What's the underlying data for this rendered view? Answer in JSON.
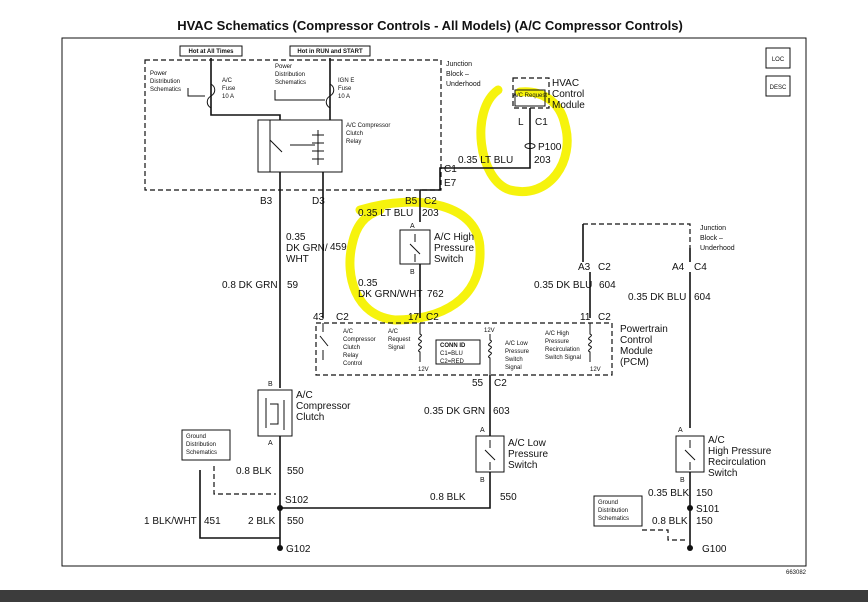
{
  "title": "HVAC Schematics (Compressor Controls - All Models) (A/C Compressor Controls)",
  "corner_icons": {
    "loc": "LOC",
    "desc": "DESC"
  },
  "figure_number": "663082",
  "fuse_block": {
    "hot_all_times": "Hot at All Times",
    "hot_run_start": "Hot in RUN and START",
    "power_dist_left_1": "Power",
    "power_dist_left_2": "Distribution",
    "power_dist_left_3": "Schematics",
    "power_dist_right_1": "Power",
    "power_dist_right_2": "Distribution",
    "power_dist_right_3": "Schematics",
    "ac_fuse_1": "A/C",
    "ac_fuse_2": "Fuse",
    "ac_fuse_3": "10 A",
    "ign_fuse_1": "IGN E",
    "ign_fuse_2": "Fuse",
    "ign_fuse_3": "10 A",
    "relay_1": "A/C Compressor",
    "relay_2": "Clutch",
    "relay_3": "Relay",
    "junction_1": "Junction",
    "junction_2": "Block –",
    "junction_3": "Underhood"
  },
  "hvac_module": {
    "request": "A/C Request",
    "name_1": "HVAC",
    "name_2": "Control",
    "name_3": "Module",
    "pin": "L",
    "conn": "C1",
    "p100": "P100",
    "wire": "0.35 LT BLU",
    "circuit": "203"
  },
  "connectors": {
    "c1": "C1",
    "e7": "E7",
    "b3": "B3",
    "d3": "D3",
    "b5": "B5",
    "c2_top": "C2",
    "pin_43": "43",
    "c2_43": "C2",
    "pin_17": "17",
    "c2_17": "C2",
    "pin_11": "11",
    "c2_11": "C2",
    "a3": "A3",
    "c2_a3": "C2",
    "a4": "A4",
    "c4": "C4",
    "pin_55": "55",
    "c2_55": "C2"
  },
  "wires": {
    "w_459_1": "0.35",
    "w_459_2": "DK GRN/",
    "w_459_3": "WHT",
    "c459": "459",
    "w_59": "0.8 DK GRN",
    "c59": "59",
    "w_203": "0.35 LT BLU",
    "c203": "203",
    "w_762_1": "0.35",
    "w_762_2": "DK GRN/WHT",
    "c762": "762",
    "w_604a": "0.35 DK BLU",
    "c604a": "604",
    "w_604b": "0.35 DK BLU",
    "c604b": "604",
    "w_603": "0.35 DK GRN",
    "c603": "603",
    "w_550a": "0.8 BLK",
    "c550a": "550",
    "w_550b": "0.8 BLK",
    "c550b": "550",
    "w_451": "1 BLK/WHT",
    "c451": "451",
    "w_550c": "2 BLK",
    "c550c": "550",
    "w_150a": "0.35 BLK",
    "c150a": "150",
    "w_150b": "0.8 BLK",
    "c150b": "150"
  },
  "hp_switch": {
    "pin_a": "A",
    "pin_b": "B",
    "name_1": "A/C High",
    "name_2": "Pressure",
    "name_3": "Switch"
  },
  "junction_right": {
    "l1": "Junction",
    "l2": "Block –",
    "l3": "Underhood"
  },
  "pcm": {
    "name_1": "Powertrain",
    "name_2": "Control",
    "name_3": "Module",
    "name_4": "(PCM)",
    "relay_ctrl_1": "A/C",
    "relay_ctrl_2": "Compressor",
    "relay_ctrl_3": "Clutch",
    "relay_ctrl_4": "Relay",
    "relay_ctrl_5": "Control",
    "req_1": "A/C",
    "req_2": "Request",
    "req_3": "Signal",
    "conn_id_title": "CONN ID",
    "conn_id_1": "C1=BLU",
    "conn_id_2": "C2=RED",
    "v12_a": "12V",
    "v12_b": "12V",
    "v12_c": "12V",
    "lp_1": "A/C Low",
    "lp_2": "Pressure",
    "lp_3": "Switch",
    "lp_4": "Signal",
    "hpr_1": "A/C High",
    "hpr_2": "Pressure",
    "hpr_3": "Recirculation",
    "hpr_4": "Switch Signal"
  },
  "clutch": {
    "pin_b": "B",
    "pin_a": "A",
    "name_1": "A/C",
    "name_2": "Compressor",
    "name_3": "Clutch"
  },
  "lp_switch": {
    "pin_a": "A",
    "pin_b": "B",
    "name_1": "A/C Low",
    "name_2": "Pressure",
    "name_3": "Switch"
  },
  "hpr_switch": {
    "pin_a": "A",
    "pin_b": "B",
    "name_1": "A/C",
    "name_2": "High Pressure",
    "name_3": "Recirculation",
    "name_4": "Switch"
  },
  "grounds": {
    "gd_left_1": "Ground",
    "gd_left_2": "Distribution",
    "gd_left_3": "Schematics",
    "gd_right_1": "Ground",
    "gd_right_2": "Distribution",
    "gd_right_3": "Schematics",
    "s102": "S102",
    "g102": "G102",
    "s101": "S101",
    "g100": "G100"
  },
  "colors": {
    "highlight": "#f5f200",
    "line": "#111111",
    "footer_bar": "#3c3c3c"
  }
}
